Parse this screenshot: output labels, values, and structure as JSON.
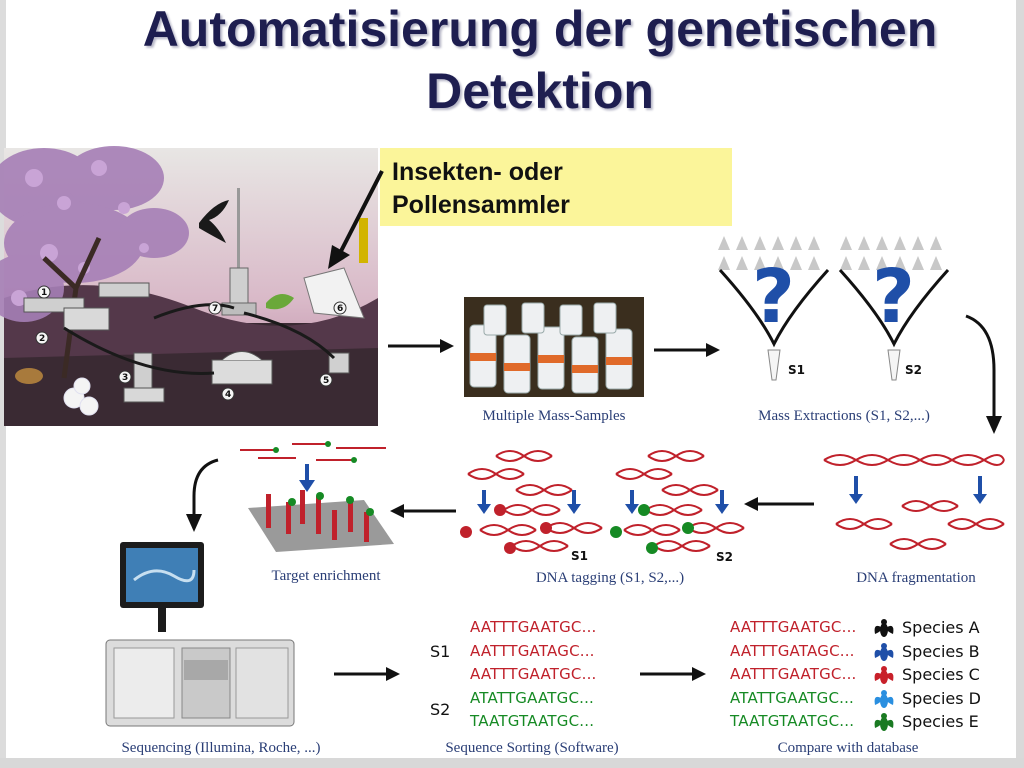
{
  "title": {
    "line1": "Automatisierung der genetischen",
    "line2": "Detektion"
  },
  "callout": {
    "text": "Insekten- oder Pollensammler"
  },
  "stations": {
    "scene_numbers": [
      "1",
      "2",
      "3",
      "4",
      "5",
      "6",
      "7"
    ]
  },
  "captions": {
    "multiple_mass_samples": "Multiple Mass-Samples",
    "mass_extractions": "Mass Extractions (S1, S2,...)",
    "target_enrichment": "Target enrichment",
    "dna_tagging": "DNA tagging (S1, S2,...)",
    "dna_fragmentation": "DNA fragmentation",
    "sequencing": "Sequencing (Illumina, Roche, ...)",
    "sequence_sorting": "Sequence Sorting (Software)",
    "compare_database": "Compare with database"
  },
  "labels": {
    "tube_s1": "S1",
    "tube_s2": "S2",
    "tag_s1": "S1",
    "tag_s2": "S2",
    "question": "?"
  },
  "sorting": {
    "group_s1": "S1",
    "group_s2": "S2",
    "sequences": [
      {
        "text": "AATTTGAATGC...",
        "color": "#c0212b"
      },
      {
        "text": "AATTTGATAGC...",
        "color": "#c0212b"
      },
      {
        "text": "AATTTGAATGC...",
        "color": "#c0212b"
      },
      {
        "text": "ATATTGAATGC...",
        "color": "#168a24"
      },
      {
        "text": "TAATGTAATGC...",
        "color": "#168a24"
      }
    ]
  },
  "database": {
    "rows": [
      {
        "sequence": "AATTTGAATGC...",
        "species": "Species A",
        "seq_color": "#c0212b",
        "fly_color": "#111111"
      },
      {
        "sequence": "AATTTGATAGC...",
        "species": "Species B",
        "seq_color": "#c0212b",
        "fly_color": "#1f4fa8"
      },
      {
        "sequence": "AATTTGAATGC...",
        "species": "Species C",
        "seq_color": "#c0212b",
        "fly_color": "#c8202a"
      },
      {
        "sequence": "ATATTGAATGC...",
        "species": "Species D",
        "seq_color": "#168a24",
        "fly_color": "#2a8fe0"
      },
      {
        "sequence": "TAATGTAATGC...",
        "species": "Species E",
        "seq_color": "#168a24",
        "fly_color": "#1a7a22"
      }
    ]
  },
  "colors": {
    "title": "#1e1e50",
    "callout_bg": "#fbf59a",
    "caption": "#2a3e76",
    "question_mark": "#1f4fa8",
    "tag_red": "#c0212b",
    "tag_green": "#168a24"
  }
}
